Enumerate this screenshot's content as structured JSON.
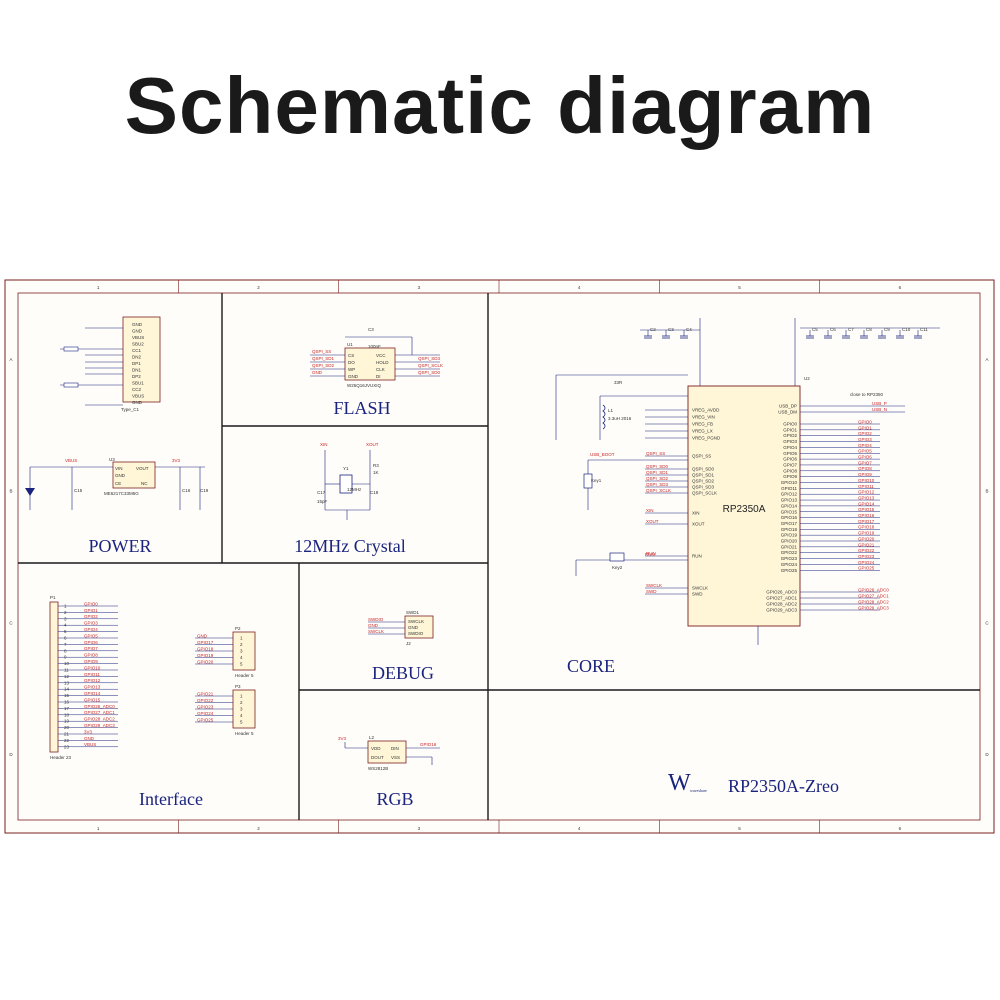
{
  "title": "Schematic diagram",
  "colors": {
    "frame": "#7a1f1f",
    "wire": "#1a237e",
    "chip_fill": "#fff6d8",
    "net": "#c62828",
    "label": "#1a237e"
  },
  "frame": {
    "cols": [
      "1",
      "2",
      "3",
      "4",
      "5",
      "6"
    ],
    "rows": [
      "A",
      "B",
      "C",
      "D"
    ]
  },
  "sections": {
    "power": "POWER",
    "flash": "FLASH",
    "crystal": "12MHz Crystal",
    "core": "CORE",
    "debug": "DEBUG",
    "rgb": "RGB",
    "interface": "Interface",
    "logo": "W",
    "logo_sub": "waveshare",
    "product": "RP2350A-Zreo"
  },
  "power": {
    "usb_pins": [
      "GND",
      "GND",
      "VBUS",
      "SBU2",
      "CC1",
      "DN2",
      "DP1",
      "DN1",
      "DP2",
      "SBU1",
      "CC2",
      "VBUS",
      "GND"
    ],
    "usb_ref": "Type_C1",
    "regulator_ref": "U3",
    "regulator_part": "ME6217C33M5G",
    "reg_pins": [
      "VIN",
      "GND",
      "CE",
      "VOUT",
      "NC"
    ],
    "nets": [
      "VBUS",
      "3V3",
      "GND"
    ],
    "caps": [
      "C15",
      "C16",
      "C19"
    ]
  },
  "flash": {
    "ref": "U1",
    "part": "W25Q16JVUXIQ",
    "pins_left": [
      "CS",
      "DO",
      "WP",
      "GND"
    ],
    "pins_right": [
      "VCC",
      "HOLD",
      "CLK",
      "DI"
    ],
    "nets_left": [
      "QSPI_SS",
      "QSPI_SD1",
      "QSPI_SD2",
      "GND"
    ],
    "nets_right": [
      "QSPI_SD3",
      "QSPI_SCLK",
      "QSPI_SD0"
    ],
    "cap": "C3",
    "cap_value": "100nF"
  },
  "crystal": {
    "ref": "Y1",
    "freq": "12MHz",
    "caps": [
      "C17",
      "C18"
    ],
    "cap_value": "15pF",
    "res": "R3",
    "res_value": "1K",
    "nets": [
      "XIN",
      "XOUT"
    ]
  },
  "core": {
    "chip": "RP2350A",
    "ref": "U2",
    "left_pins": [
      "VREG_AVDD",
      "VREG_VIN",
      "VREG_FB",
      "VREG_LX",
      "VREG_PGND",
      "QSPI_SS",
      "QSPI_SD0",
      "QSPI_SD1",
      "QSPI_SD2",
      "QSPI_SD3",
      "QSPI_SCLK",
      "XIN",
      "XOUT",
      "RUN",
      "SWCLK",
      "SWD"
    ],
    "right_pins": [
      "USB_DP",
      "USB_DM",
      "GPIO0",
      "GPIO1",
      "GPIO2",
      "GPIO3",
      "GPIO4",
      "GPIO5",
      "GPIO6",
      "GPIO7",
      "GPIO8",
      "GPIO9",
      "GPIO10",
      "GPIO11",
      "GPIO12",
      "GPIO13",
      "GPIO14",
      "GPIO15",
      "GPIO16",
      "GPIO17",
      "GPIO18",
      "GPIO19",
      "GPIO20",
      "GPIO21",
      "GPIO22",
      "GPIO23",
      "GPIO24",
      "GPIO25",
      "GPIO26_ADC0",
      "GPIO27_ADC1",
      "GPIO28_ADC2",
      "GPIO29_ADC3"
    ],
    "keys": [
      "Key1",
      "Key2"
    ],
    "key_nets": [
      "USB_BOOT",
      "RUN"
    ],
    "usb_note": "close to RP2350",
    "usb_nets": [
      "USB_P",
      "USB_N"
    ],
    "caps_top": [
      "C2",
      "C3",
      "C4",
      "C5",
      "C6",
      "C7",
      "C8",
      "C9",
      "C10",
      "C11"
    ],
    "inductor": "L1",
    "inductor_value": "3.3uH 2016",
    "r2": "33R"
  },
  "debug": {
    "ref": "SWD1",
    "pins": [
      "SWCLK",
      "GND",
      "SWDIO"
    ],
    "nets": [
      "SWDIO",
      "GND",
      "SWCLK"
    ],
    "j": "J2"
  },
  "rgb": {
    "ref": "L2",
    "part": "WS2812B",
    "pins": [
      "VDD",
      "DIN",
      "DOUT",
      "VSS"
    ],
    "nets": [
      "3V3",
      "GPIO16",
      "GND"
    ]
  },
  "interface": {
    "header_ref": "P1",
    "header_name": "Header 23",
    "header_nets": [
      "GPIO0",
      "GPIO1",
      "GPIO2",
      "GPIO3",
      "GPIO4",
      "GPIO5",
      "GPIO6",
      "GPIO7",
      "GPIO8",
      "GPIO9",
      "GPIO10",
      "GPIO11",
      "GPIO12",
      "GPIO13",
      "GPIO14",
      "GPIO15",
      "GPIO26_ADC0",
      "GPIO27_ADC1",
      "GPIO28_ADC2",
      "GPIO29_ADC3",
      "3V3",
      "GND",
      "VBUS"
    ],
    "p2_ref": "P2",
    "p2_name": "Header 5",
    "p2_nets": [
      "GND",
      "GPIO17",
      "GPIO18",
      "GPIO19",
      "GPIO20"
    ],
    "p3_ref": "P3",
    "p3_name": "Header 5",
    "p3_nets": [
      "GPIO21",
      "GPIO22",
      "GPIO23",
      "GPIO24",
      "GPIO25"
    ]
  }
}
